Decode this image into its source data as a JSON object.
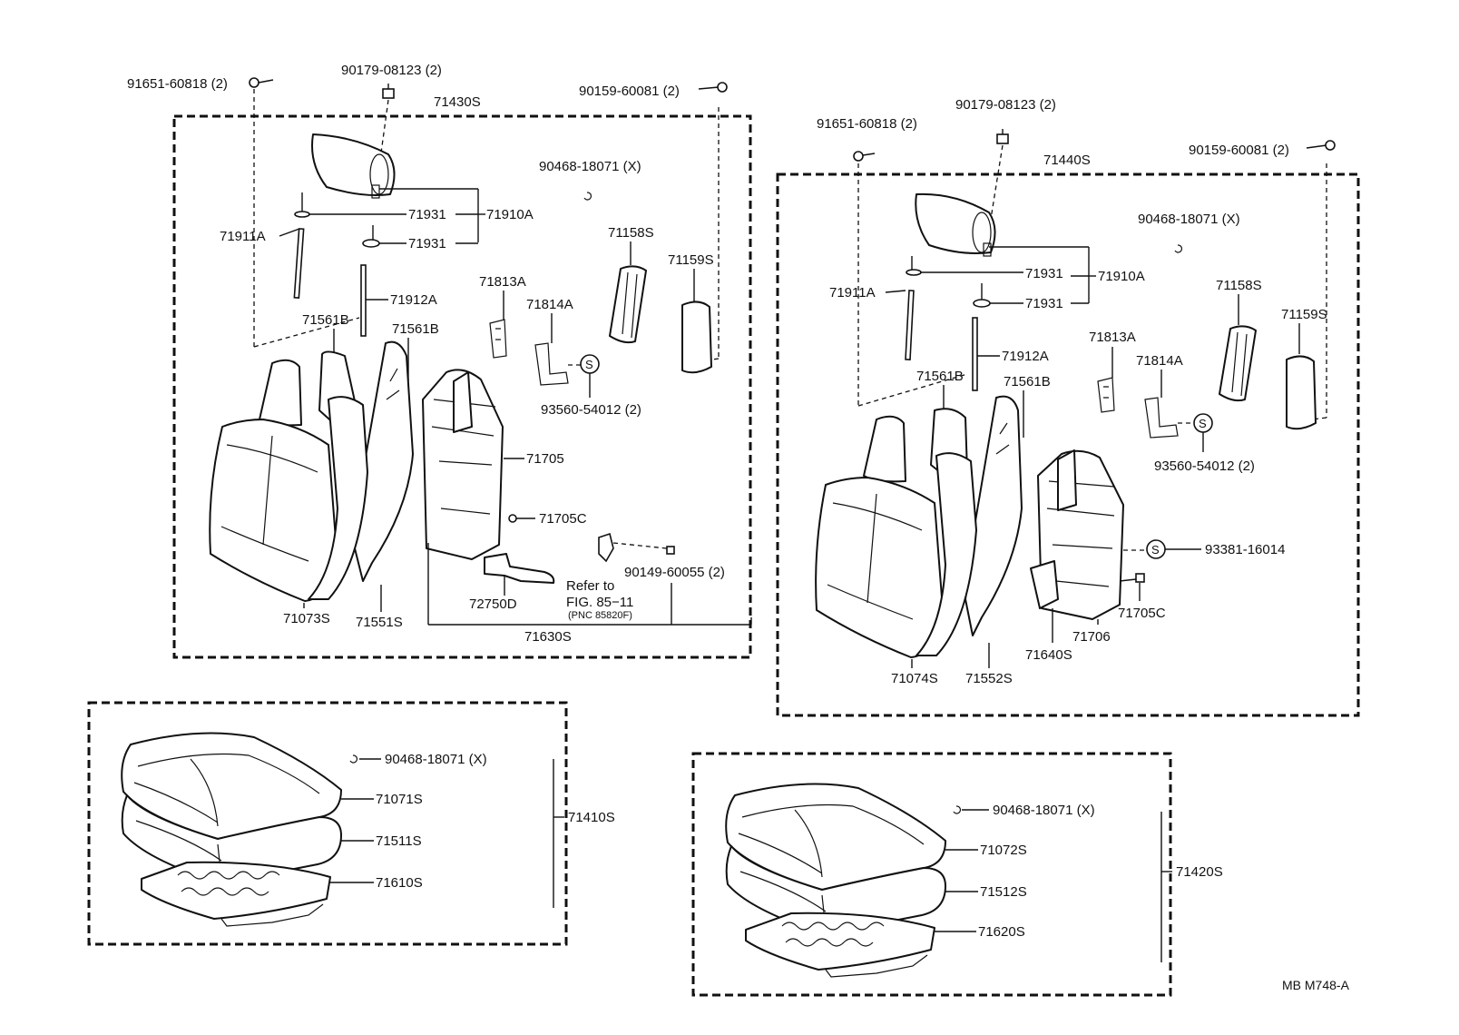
{
  "diagram": {
    "drawing_code": "MB M748-A",
    "left_seatback": {
      "assembly": "71430S",
      "labels": {
        "bolt_a": "91651-60818 (2)",
        "nut_a": "90179-08123 (2)",
        "screw_a": "90159-60081 (2)",
        "clip_a": "90468-18071 (X)",
        "guide_1": "71931",
        "guide_2": "71931",
        "headrest": "71910A",
        "support_a": "71911A",
        "support_b": "71912A",
        "cover_l": "71158S",
        "cover_r": "71159S",
        "hinge_a": "71813A",
        "hinge_b": "71814A",
        "pad_l": "71561B",
        "pad_r": "71561B",
        "screw_s": "93560-54012 (2)",
        "frame": "71705",
        "bolt_c": "71705C",
        "clip_b": "90149-60055 (2)",
        "refer_1": "Refer to",
        "refer_2": "FIG. 85−11",
        "refer_3": "(PNC 85820F)",
        "lever": "72750D",
        "cover": "71073S",
        "pad": "71551S",
        "frame_sub": "71630S"
      }
    },
    "right_seatback": {
      "assembly": "71440S",
      "labels": {
        "bolt_a": "91651-60818 (2)",
        "nut_a": "90179-08123 (2)",
        "screw_a": "90159-60081 (2)",
        "clip_a": "90468-18071 (X)",
        "guide_1": "71931",
        "guide_2": "71931",
        "headrest": "71910A",
        "support_a": "71911A",
        "support_b": "71912A",
        "cover_l": "71158S",
        "cover_r": "71159S",
        "hinge_a": "71813A",
        "hinge_b": "71814A",
        "pad_l": "71561B",
        "pad_r": "71561B",
        "screw_s": "93560-54012 (2)",
        "screw_t": "93381-16014",
        "frame_sub": "71640S",
        "frame": "71706",
        "bolt_c": "71705C",
        "cover": "71074S",
        "pad": "71552S"
      }
    },
    "left_cushion": {
      "assembly": "71410S",
      "labels": {
        "clip": "90468-18071 (X)",
        "cover": "71071S",
        "pad": "71511S",
        "frame": "71610S"
      }
    },
    "right_cushion": {
      "assembly": "71420S",
      "labels": {
        "clip": "90468-18071 (X)",
        "cover": "71072S",
        "pad": "71512S",
        "frame": "71620S"
      }
    }
  }
}
